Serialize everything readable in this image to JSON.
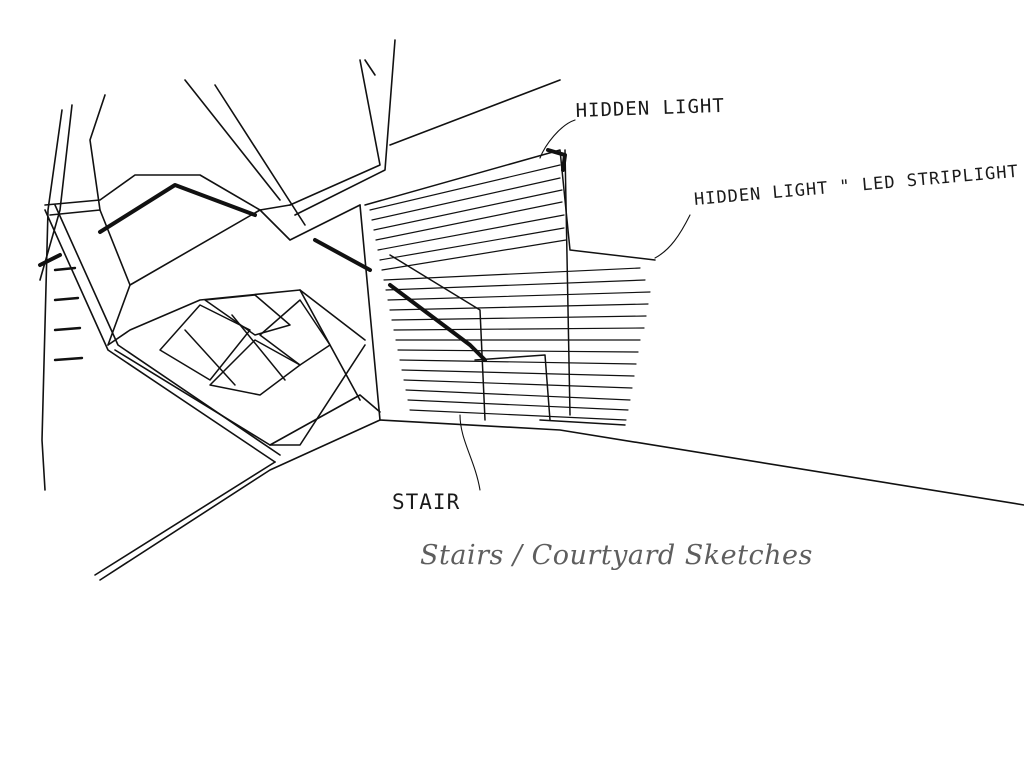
{
  "annotations": {
    "hidden_light": "HIDDEN LIGHT",
    "hidden_light_led": "HIDDEN LIGHT \" LED STRIPLIGHT",
    "stair": "STAIR"
  },
  "caption": "Stairs / Courtyard Sketches",
  "colors": {
    "ink": "#111111",
    "caption": "#5e5e5e",
    "paper": "#ffffff"
  }
}
